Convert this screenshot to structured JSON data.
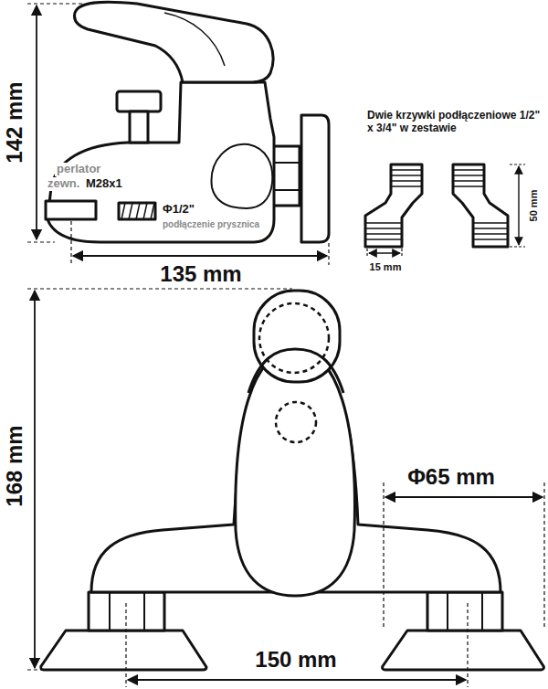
{
  "diagram": {
    "labels": [
      "142 mm",
      "perlator",
      "zewn.",
      "M28x1",
      "Φ1/2\"",
      "podłączenie prysznica",
      "135 mm",
      "Dwie krzywki podłączeniowe 1/2\" x 3/4\" w zestawie",
      "50 mm",
      "15 mm",
      "168 mm",
      "Φ65 mm",
      "150 mm"
    ]
  }
}
